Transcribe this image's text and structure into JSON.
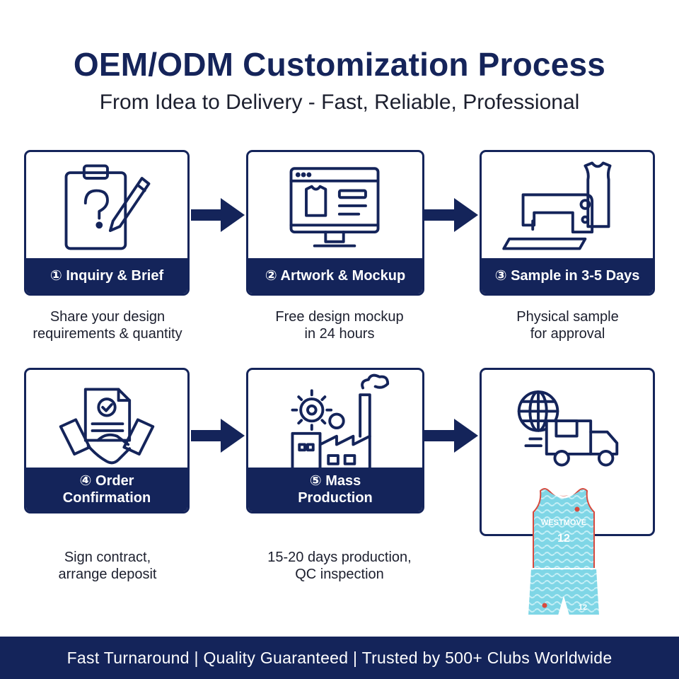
{
  "header": {
    "title": "OEM/ODM Customization Process",
    "subtitle": "From Idea to Delivery - Fast, Reliable, Professional"
  },
  "steps": [
    {
      "label": "① Inquiry & Brief",
      "desc": [
        "Share your design",
        "requirements & quantity"
      ],
      "icon": "clipboard-question-icon"
    },
    {
      "label": "② Artwork & Mockup",
      "desc": [
        "Free design mockup",
        "in 24 hours"
      ],
      "icon": "monitor-mockup-icon"
    },
    {
      "label": "③ Sample in 3-5 Days",
      "desc": [
        "Physical sample",
        "for approval"
      ],
      "icon": "sewing-machine-icon"
    },
    {
      "label_lines": [
        "④ Order",
        "Confirmation"
      ],
      "desc": [
        "Sign contract,",
        "arrange deposit"
      ],
      "icon": "handshake-contract-icon"
    },
    {
      "label_lines": [
        "⑤ Mass",
        "Production"
      ],
      "desc": [
        "15-20 days production,",
        "QC inspection"
      ],
      "icon": "factory-icon"
    },
    {
      "icon": "delivery-truck-globe-icon"
    }
  ],
  "jersey": {
    "brand": "WESTMOVE",
    "number": "12"
  },
  "footer": {
    "text": "Fast Turnaround | Quality Guaranteed | Trusted by 500+ Clubs Worldwide"
  },
  "colors": {
    "navy": "#14245a",
    "jersey_teal": "#7fd6e6",
    "white": "#ffffff"
  }
}
